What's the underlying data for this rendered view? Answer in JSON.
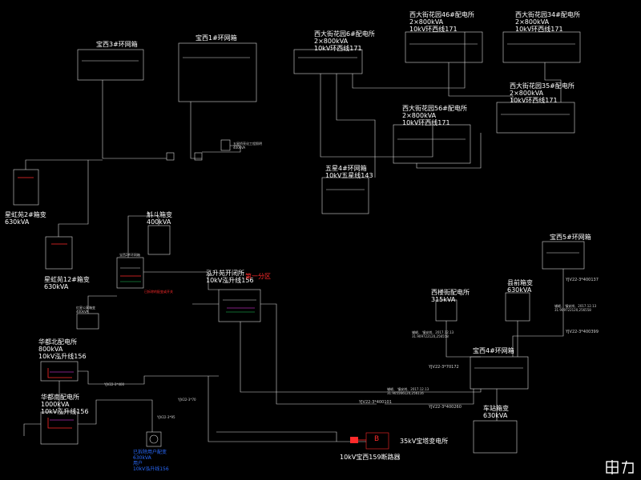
{
  "labels": {
    "baoxi3": "宝西3#环网箱",
    "baoxi1": "宝西1#环网箱",
    "xidajie6": [
      "西大街花园6#配电所",
      "2×800kVA",
      "10kV环西线171"
    ],
    "xidajie46": [
      "西大街花园46#配电所",
      "2×800kVA",
      "10kV环西线171"
    ],
    "xidajie34": [
      "西大街花园34#配电所",
      "2×800kVA",
      "10kV环西线171"
    ],
    "xidajie35": [
      "西大街花园35#配电所",
      "2×800kVA",
      "10kV环西线171"
    ],
    "xidajie56": [
      "西大街花园56#配电所",
      "2×800kVA",
      "10kV环西线171"
    ],
    "wuxing4": [
      "五星4#环网箱",
      "10kV五星线143"
    ],
    "xinghong2": [
      "星虹苑2#箱变",
      "630kVA"
    ],
    "xinghong12": [
      "星虹苑12#箱变",
      "630kVA"
    ],
    "gaodou": [
      "斛斗箱变",
      "400kVA"
    ],
    "baoxi2": "宝西2#环网箱",
    "paisheng": [
      "泓升苑开闭所",
      "10kV泓升线156"
    ],
    "area_tag": "第一分区",
    "baoxi5": "宝西5#环网箱",
    "xiantou": [
      "县前箱变",
      "630kVA"
    ],
    "xilou": [
      "西楼街配电所",
      "315kVA"
    ],
    "baoxi4": "宝西4#环网箱",
    "huadubei": [
      "华都北配电所",
      "800kVA",
      "10kV泓升线156"
    ],
    "huadunan": [
      "华都南配电所",
      "1000kVA",
      "10kV泓升线156"
    ],
    "chezhan": [
      "车站箱变",
      "630kVA"
    ],
    "substation": "35kV宝塔变电所",
    "breaker": "10kV宝西159断路器",
    "breaker_box": "B",
    "red_note": "已拆除的配变或开关",
    "blue_note": [
      "已拆除用户配变",
      "630kVA",
      "用户",
      "10kV泓升线156"
    ],
    "small_box_label": [
      "五星桥亮化工程照明",
      "400kVA"
    ],
    "cable1": "YJV22-3*400101",
    "cable2": "YJV22-3*400260",
    "cable3": "YJV22-3*70172",
    "cable4": "YJV22-3*400137",
    "cable5": "YJV22-3*400399",
    "cable6": "YJV22-3*400",
    "cable7": "YJV22-3*70",
    "cable8": "YJV22-3*95",
    "note_a": [
      "辅岷、 镇安岗、2017.12.13",
      "31.909722120,256558"
    ],
    "note_b": [
      "辅岷、 镇安岗、2017.12.13",
      "31.905566120,256116"
    ],
    "note_c": [
      "辅岷、 镇安岗、2017.12.13",
      "31.909722120,256558"
    ],
    "hongxing": [
      "红星公寓箱变",
      "400kVA"
    ],
    "logo": "电力"
  },
  "colors": {
    "wire": "#ffffff",
    "red": "#ff2a2a",
    "blue": "#2a6bff",
    "green": "#20d060",
    "magenta": "#ff40ff"
  }
}
